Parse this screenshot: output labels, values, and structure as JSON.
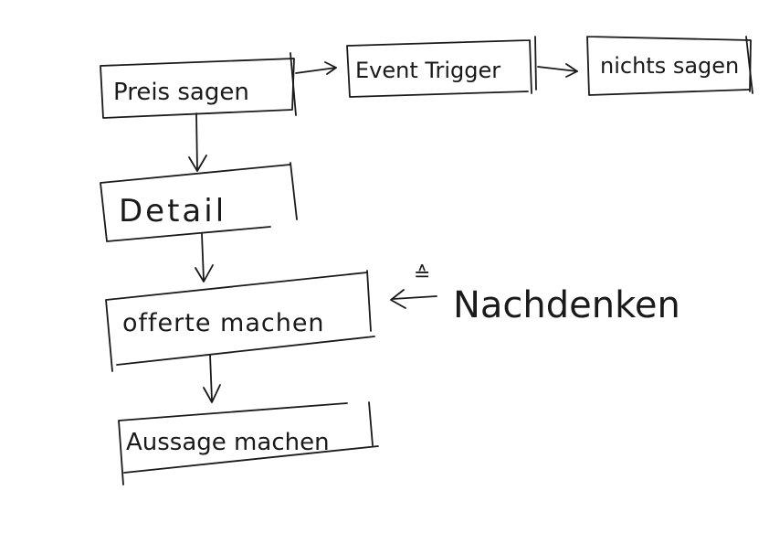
{
  "diagram": {
    "nodes": [
      {
        "id": "preis-sagen",
        "label": "Preis sagen"
      },
      {
        "id": "event-trigger",
        "label": "Event Trigger"
      },
      {
        "id": "nichts-sagen",
        "label": "nichts sagen"
      },
      {
        "id": "detail",
        "label": "Detail"
      },
      {
        "id": "offerte-machen",
        "label": "offerte machen"
      },
      {
        "id": "aussage-machen",
        "label": "Aussage machen"
      }
    ],
    "annotation": {
      "label": "Nachdenken",
      "symbol": "≙"
    },
    "edges": [
      {
        "from": "Preis sagen",
        "to": "Event Trigger"
      },
      {
        "from": "Event Trigger",
        "to": "nichts sagen"
      },
      {
        "from": "Preis sagen",
        "to": "Detail"
      },
      {
        "from": "Detail",
        "to": "offerte machen"
      },
      {
        "from": "offerte machen",
        "to": "Aussage machen"
      },
      {
        "from": "Nachdenken",
        "to": "offerte machen"
      }
    ]
  }
}
